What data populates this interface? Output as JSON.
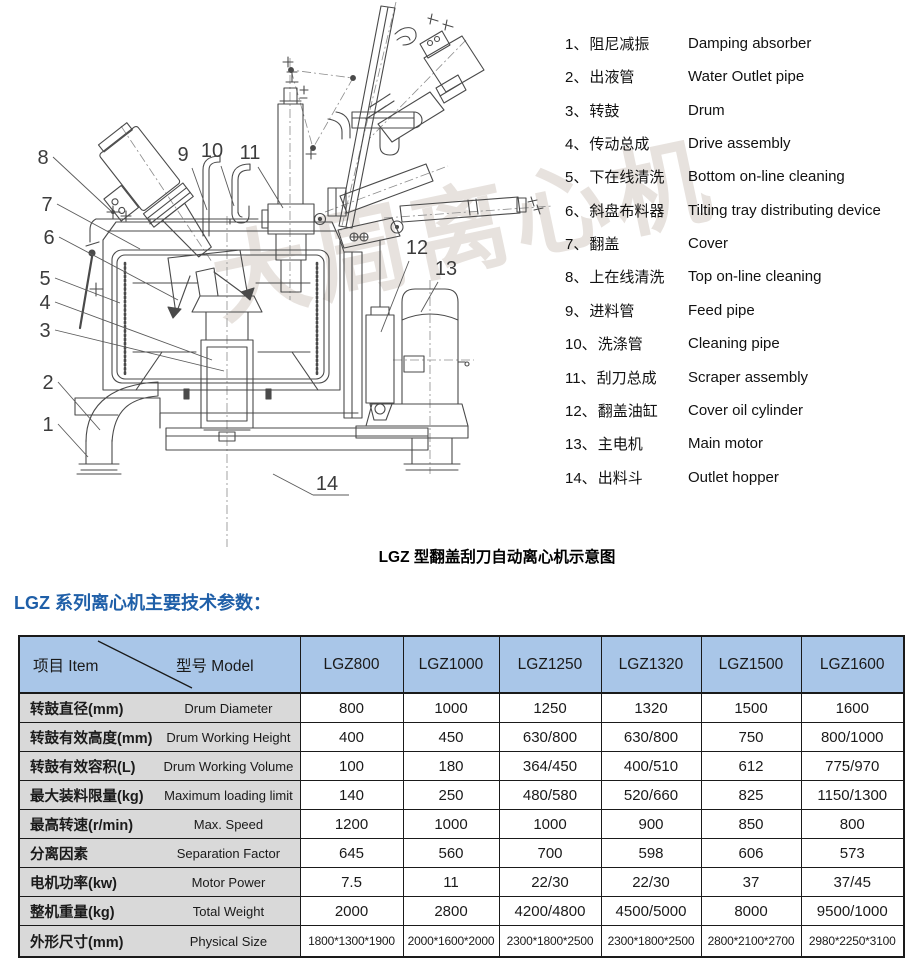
{
  "watermark": "大周离心机",
  "diagram": {
    "callouts": [
      "1",
      "2",
      "3",
      "4",
      "5",
      "6",
      "7",
      "8",
      "9",
      "10",
      "11",
      "12",
      "13",
      "14"
    ]
  },
  "parts_list": {
    "items": [
      {
        "num": "1、",
        "cn": "阻尼减振",
        "en": "Damping absorber"
      },
      {
        "num": "2、",
        "cn": "出液管",
        "en": "Water Outlet pipe"
      },
      {
        "num": "3、",
        "cn": "转鼓",
        "en": "Drum"
      },
      {
        "num": "4、",
        "cn": "传动总成",
        "en": "Drive assembly"
      },
      {
        "num": "5、",
        "cn": "下在线清洗",
        "en": "Bottom on-line cleaning"
      },
      {
        "num": "6、",
        "cn": "斜盘布料器",
        "en": "Tilting tray distributing device"
      },
      {
        "num": "7、",
        "cn": "翻盖",
        "en": "Cover"
      },
      {
        "num": "8、",
        "cn": "上在线清洗",
        "en": "Top on-line cleaning"
      },
      {
        "num": "9、",
        "cn": "进料管",
        "en": "Feed pipe"
      },
      {
        "num": "10、",
        "cn": "洗涤管",
        "en": "Cleaning pipe"
      },
      {
        "num": "11、",
        "cn": "刮刀总成",
        "en": "Scraper assembly"
      },
      {
        "num": "12、",
        "cn": "翻盖油缸",
        "en": "Cover oil cylinder"
      },
      {
        "num": "13、",
        "cn": "主电机",
        "en": "Main motor"
      },
      {
        "num": "14、",
        "cn": "出料斗",
        "en": "Outlet hopper"
      }
    ]
  },
  "caption": "LGZ 型翻盖刮刀自动离心机示意图",
  "section_title": "LGZ 系列离心机主要技术参数：",
  "table": {
    "header": {
      "item_label": "项目 Item",
      "model_label": "型号 Model"
    },
    "models": [
      "LGZ800",
      "LGZ1000",
      "LGZ1250",
      "LGZ1320",
      "LGZ1500",
      "LGZ1600"
    ],
    "rows": [
      {
        "cn": "转鼓直径(mm)",
        "en": "Drum Diameter",
        "values": [
          "800",
          "1000",
          "1250",
          "1320",
          "1500",
          "1600"
        ]
      },
      {
        "cn": "转鼓有效高度(mm)",
        "en": "Drum Working Height",
        "values": [
          "400",
          "450",
          "630/800",
          "630/800",
          "750",
          "800/1000"
        ]
      },
      {
        "cn": "转鼓有效容积(L)",
        "en": "Drum Working Volume",
        "values": [
          "100",
          "180",
          "364/450",
          "400/510",
          "612",
          "775/970"
        ]
      },
      {
        "cn": "最大装料限量(kg)",
        "en": "Maximum loading limit",
        "values": [
          "140",
          "250",
          "480/580",
          "520/660",
          "825",
          "1150/1300"
        ]
      },
      {
        "cn": "最高转速(r/min)",
        "en": "Max. Speed",
        "values": [
          "1200",
          "1000",
          "1000",
          "900",
          "850",
          "800"
        ]
      },
      {
        "cn": "分离因素",
        "en": "Separation Factor",
        "values": [
          "645",
          "560",
          "700",
          "598",
          "606",
          "573"
        ]
      },
      {
        "cn": "电机功率(kw)",
        "en": "Motor Power",
        "values": [
          "7.5",
          "11",
          "22/30",
          "22/30",
          "37",
          "37/45"
        ]
      },
      {
        "cn": "整机重量(kg)",
        "en": "Total Weight",
        "values": [
          "2000",
          "2800",
          "4200/4800",
          "4500/5000",
          "8000",
          "9500/1000"
        ]
      },
      {
        "cn": "外形尺寸(mm)",
        "en": "Physical Size",
        "values": [
          "1800*1300*1900",
          "2000*1600*2000",
          "2300*1800*2500",
          "2300*1800*2500",
          "2800*2100*2700",
          "2980*2250*3100"
        ]
      }
    ]
  },
  "colors": {
    "header_bg": "#a9c6e8",
    "row_label_bg": "#d9d9d9",
    "title_blue": "#1f5fa8"
  }
}
